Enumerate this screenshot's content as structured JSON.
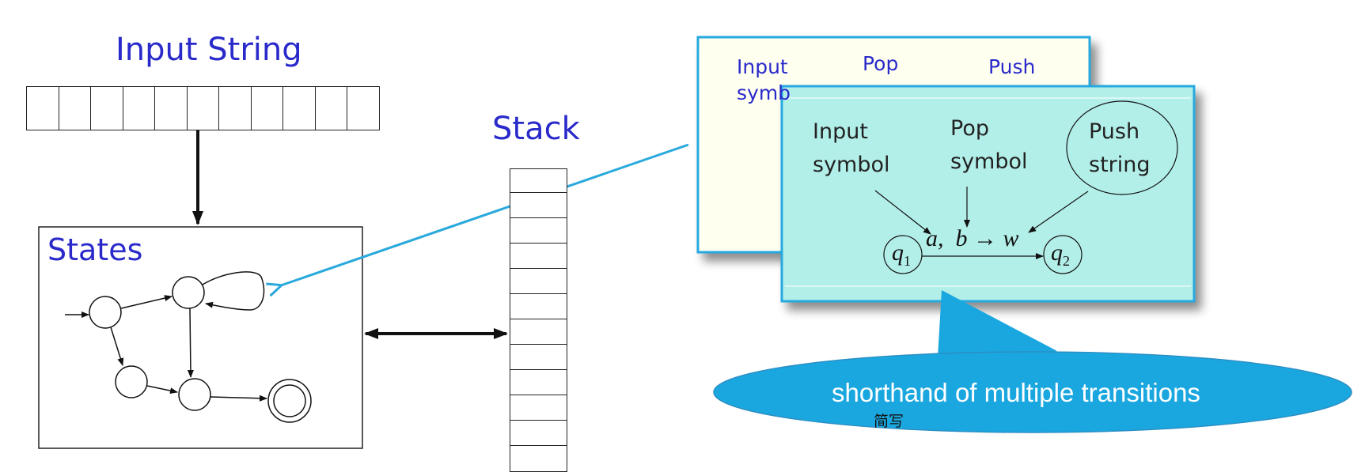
{
  "colors": {
    "label_blue": "#2a2acb",
    "arrow_cyan": "#29a9dc",
    "card_back_fill": "#fffff0",
    "card_front_fill": "#b3efe9",
    "card_border": "#27a9e1",
    "callout_fill": "#1aa7df",
    "callout_text": "#ffffff"
  },
  "input_string": {
    "label": "Input String",
    "cells": 11
  },
  "stack": {
    "label": "Stack",
    "cells": 11
  },
  "states": {
    "label": "States"
  },
  "back_card": {
    "input_label": "Input",
    "input_label_2": "symb",
    "pop_label": "Pop",
    "push_label": "Push"
  },
  "front_card": {
    "input_line1": "Input",
    "input_line2": "symbol",
    "pop_line1": "Pop",
    "pop_line2": "symbol",
    "push_line1": "Push",
    "push_line2": "string",
    "state_from": "q",
    "state_from_sub": "1",
    "state_to": "q",
    "state_to_sub": "2",
    "transition_a": "a,",
    "transition_b": "b",
    "transition_arrow": "→",
    "transition_w": "w"
  },
  "callout": {
    "text": "shorthand of multiple transitions",
    "note": "简写"
  }
}
